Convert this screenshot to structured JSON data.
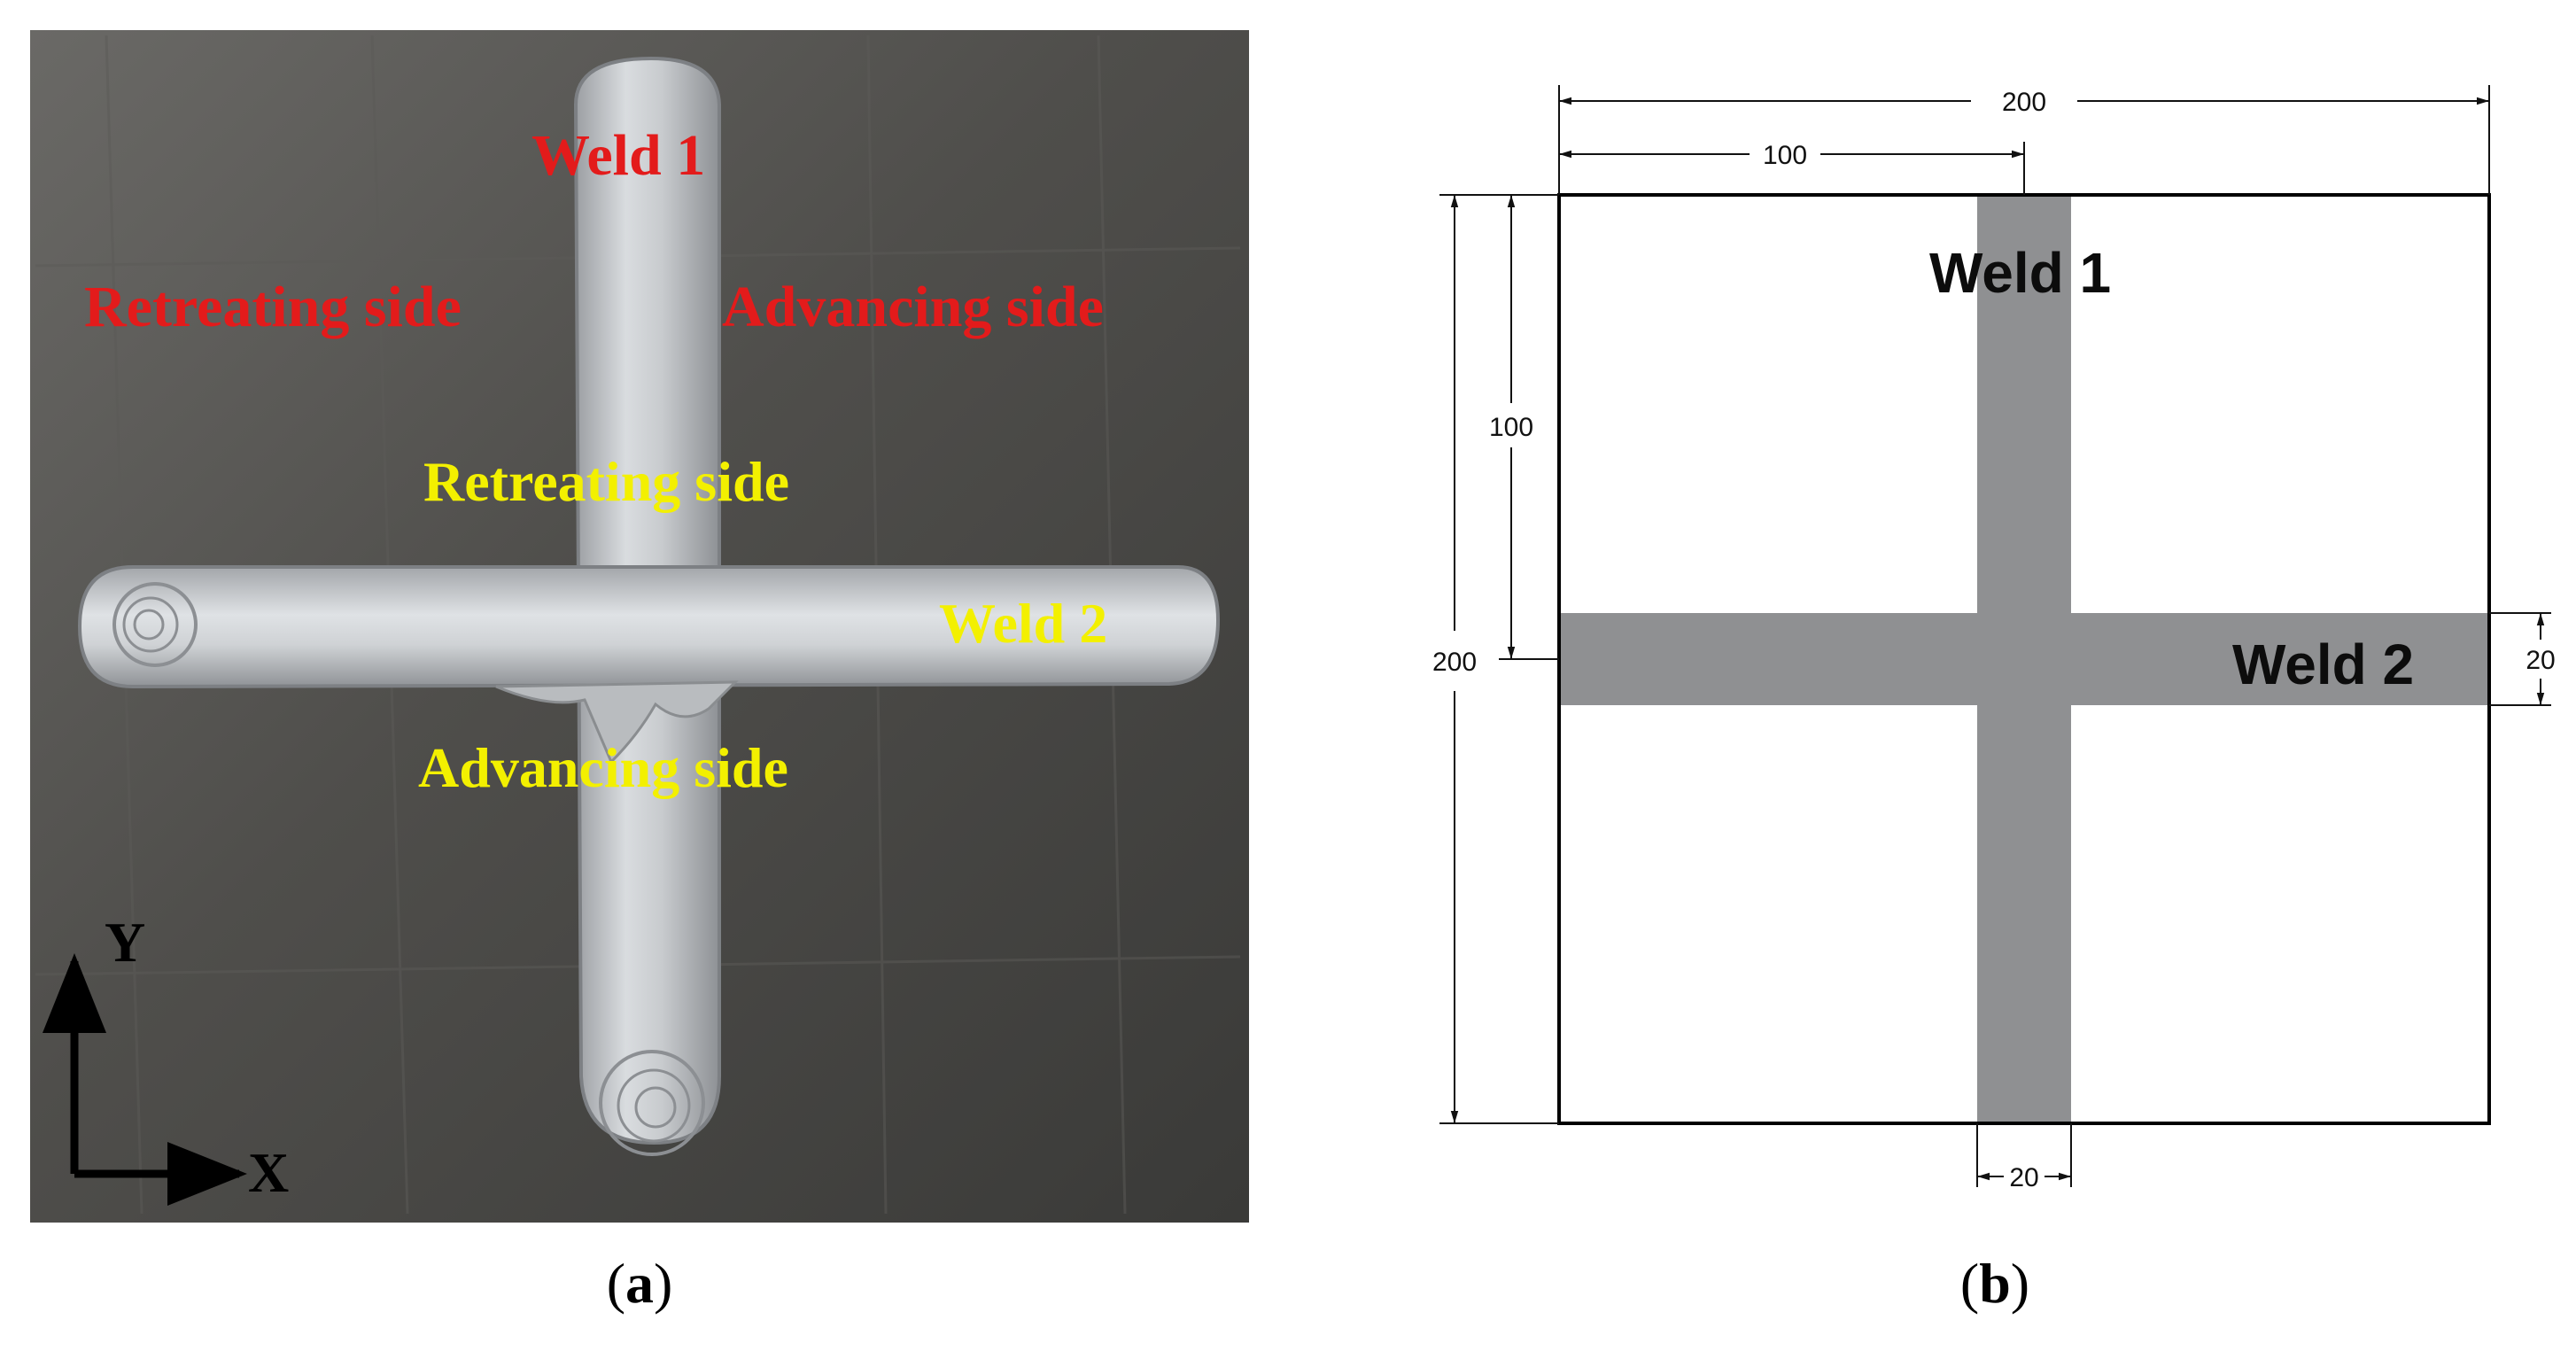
{
  "panel_a": {
    "caption_open": "(",
    "caption_letter": "a",
    "caption_close": ")",
    "weld1": "Weld 1",
    "retreating_top": "Retreating side",
    "advancing_top": "Advancing side",
    "retreating_center": "Retreating side",
    "weld2": "Weld 2",
    "advancing_center": "Advancing side",
    "axis_y": "Y",
    "axis_x": "X"
  },
  "panel_b": {
    "caption_open": "(",
    "caption_letter": "b",
    "caption_close": ")",
    "weld1": "Weld 1",
    "weld2": "Weld 2",
    "dim_total_width": "200",
    "dim_half_width": "100",
    "dim_half_height": "100",
    "dim_total_height": "200",
    "dim_weld2_width": "20",
    "dim_weld1_width": "20"
  },
  "colors": {
    "label_red": "#e31b1b",
    "label_yellow": "#f3f000",
    "weld_gray": "#8f9092",
    "plate_dark": "#4a4a48"
  }
}
